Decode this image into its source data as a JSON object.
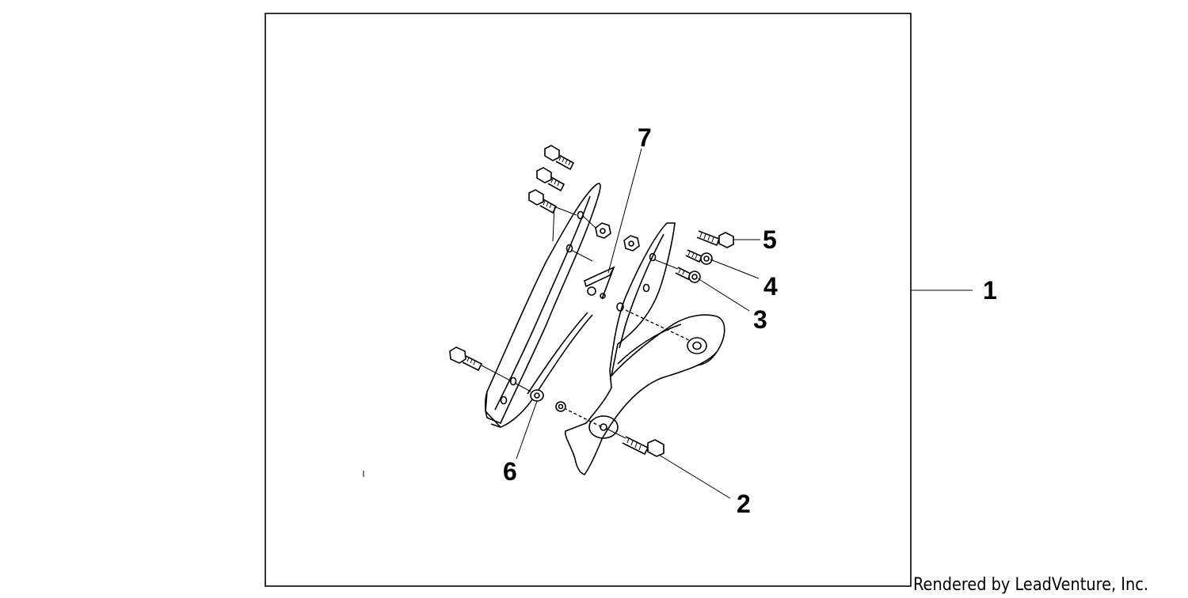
{
  "diagram": {
    "callouts": [
      "1",
      "2",
      "3",
      "4",
      "5",
      "6",
      "7"
    ],
    "credit": "Rendered by LeadVenture, Inc."
  },
  "colors": {
    "line": "#000000",
    "background": "#ffffff"
  }
}
